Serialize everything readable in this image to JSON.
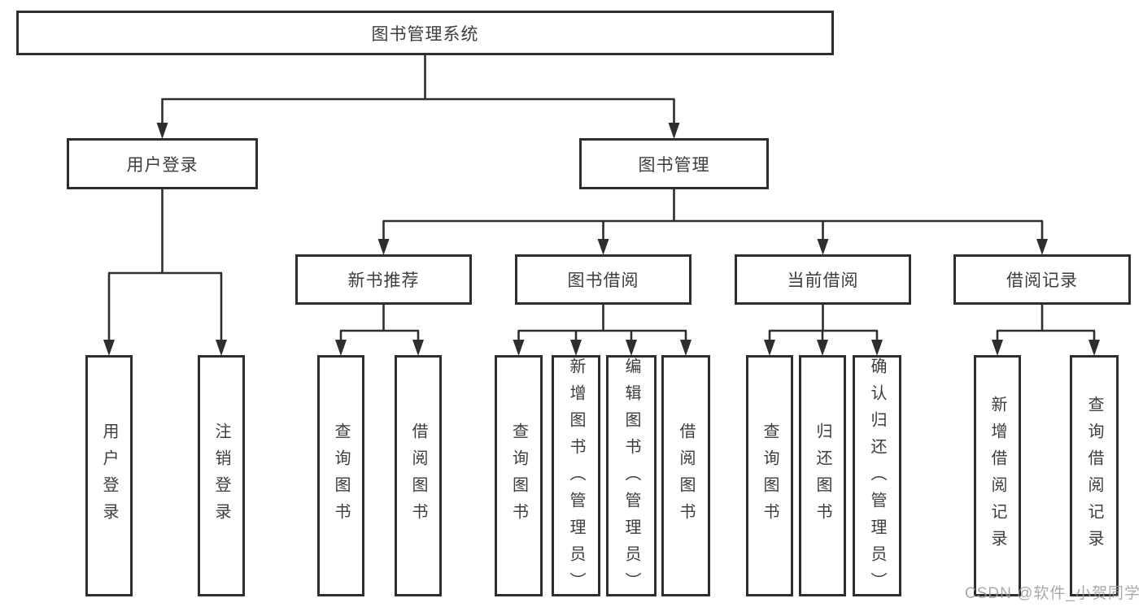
{
  "diagram": {
    "root": {
      "label": "图书管理系统"
    },
    "level2": [
      {
        "label": "用户登录"
      },
      {
        "label": "图书管理"
      }
    ],
    "level3": [
      {
        "label": "新书推荐"
      },
      {
        "label": "图书借阅"
      },
      {
        "label": "当前借阅"
      },
      {
        "label": "借阅记录"
      }
    ],
    "leaves": {
      "user_login": [
        "用户登录",
        "注销登录"
      ],
      "new_book": [
        "查询图书",
        "借阅图书"
      ],
      "book_borrow": [
        "查询图书",
        "新增图书（管理员）",
        "编辑图书（管理员）",
        "借阅图书"
      ],
      "current_borrow": [
        "查询图书",
        "归还图书",
        "确认归还（管理员）"
      ],
      "borrow_records": [
        "新增借阅记录",
        "查询借阅记录"
      ]
    }
  },
  "watermark": {
    "text": "CSDN @软件_小贺同学"
  },
  "colors": {
    "line": "#2e2e2e",
    "text": "#3d3d3d",
    "background": "#ffffff",
    "watermark": "#9b9b9b"
  }
}
